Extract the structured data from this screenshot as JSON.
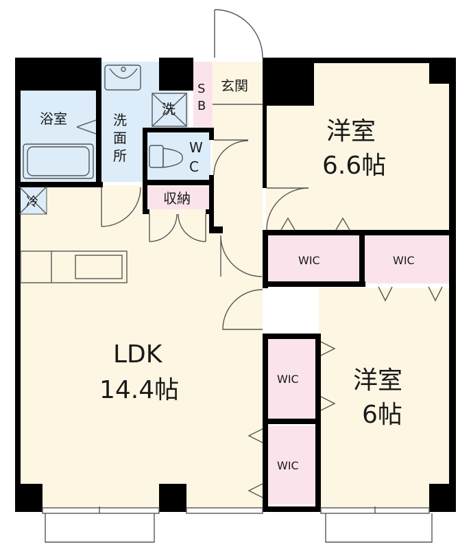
{
  "rooms": {
    "ldk": {
      "name": "LDK",
      "size": "14.4帖"
    },
    "western_room_1": {
      "name": "洋室",
      "size": "6.6帖"
    },
    "western_room_2": {
      "name": "洋室",
      "size": "6帖"
    },
    "bathroom": "浴室",
    "washroom": [
      "洗",
      "面",
      "所"
    ],
    "washer": "洗",
    "toilet": [
      "W",
      "C"
    ],
    "shoe_box": [
      "S",
      "B"
    ],
    "entrance": "玄関",
    "storage": "収納",
    "fridge": "冷",
    "wic_1": "WIC",
    "wic_2": "WIC",
    "wic_3": "WIC",
    "wic_4": "WIC"
  },
  "colors": {
    "wall": "#000000",
    "floor": "#fdf6e3",
    "wet_area": "#dcecf8",
    "closet": "#fbe3ec",
    "line": "#555555"
  }
}
